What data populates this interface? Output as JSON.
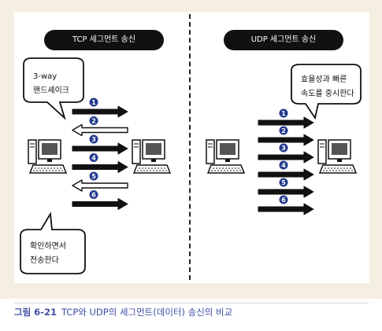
{
  "left_panel": {
    "pill_label": "TCP 세그먼트 송신",
    "bubble_top": [
      "3-way",
      "핸드셰이크"
    ],
    "bubble_bottom": [
      "확인하면서",
      "전송한다"
    ],
    "arrows": [
      {
        "badge": "1",
        "direction": "right",
        "filled": true
      },
      {
        "badge": "2",
        "direction": "left",
        "filled": false
      },
      {
        "badge": "3",
        "direction": "right",
        "filled": true
      },
      {
        "badge": "4",
        "direction": "right",
        "filled": true
      },
      {
        "badge": "5",
        "direction": "left",
        "filled": false
      },
      {
        "badge": "6",
        "direction": "right",
        "filled": true
      }
    ]
  },
  "right_panel": {
    "pill_label": "UDP 세그먼트 송신",
    "bubble": [
      "효율성과 빠른",
      "속도를 중시한다"
    ],
    "arrows": [
      {
        "badge": "1",
        "direction": "right",
        "filled": true
      },
      {
        "badge": "2",
        "direction": "right",
        "filled": true
      },
      {
        "badge": "3",
        "direction": "right",
        "filled": true
      },
      {
        "badge": "4",
        "direction": "right",
        "filled": true
      },
      {
        "badge": "5",
        "direction": "right",
        "filled": true
      },
      {
        "badge": "6",
        "direction": "right",
        "filled": true
      }
    ]
  },
  "caption": {
    "number": "그림 6-21",
    "text": "TCP와 UDP의 세그먼트(데이터) 송신의 비교"
  },
  "colors": {
    "background": "#f4efe1",
    "badge": "#233a8c",
    "caption": "#3f4ca3"
  }
}
